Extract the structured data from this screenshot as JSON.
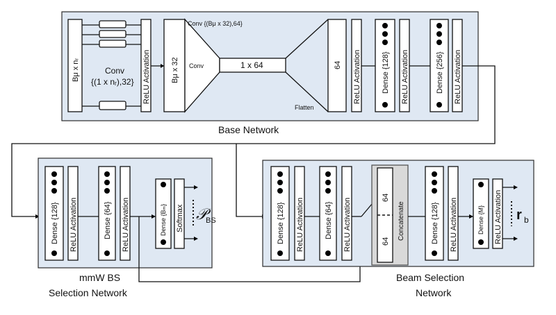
{
  "base": {
    "caption": "Base Network",
    "input_label": "Bμ x nᵣ",
    "conv1_label": "Conv",
    "conv1_params": "{(1 x nᵣ),32}",
    "relu1": "ReLU Activation",
    "feature_map": "Bμ x 32",
    "conv2_label": "Conv",
    "conv2_params": "Conv {(Bμ x 32),64}",
    "vector": "1 x 64",
    "flatten": "Flatten",
    "dim64": "64",
    "relu2": "ReLU Activation",
    "dense128": "Dense {128}",
    "relu3": "ReLU Activation",
    "dense256": "Dense {256}",
    "relu4": "ReLU Activation"
  },
  "mmw": {
    "caption_line1": "mmW BS",
    "caption_line2": "Selection Network",
    "dense128": "Dense {128}",
    "relu1": "ReLU Activation",
    "dense64": "Dense {64}",
    "relu2": "ReLU Activation",
    "dense_bm": "Dense {Bₘ}",
    "softmax": "Softmax",
    "output": "𝒫",
    "output_sub": "BS"
  },
  "beam": {
    "caption_line1": "Beam Selection",
    "caption_line2": "Network",
    "dense128": "Dense {128}",
    "relu1": "ReLU Activation",
    "dense64": "Dense {64}",
    "relu2": "ReLU Activation",
    "concat_top": "64",
    "concat_bottom": "64",
    "concatenate": "Concatenate",
    "dense128b": "Dense {128}",
    "relu3": "ReLU Activation",
    "dense_m": "Dense {M}",
    "relu4": "ReLU Activation",
    "output": "r",
    "output_sub": "b"
  }
}
